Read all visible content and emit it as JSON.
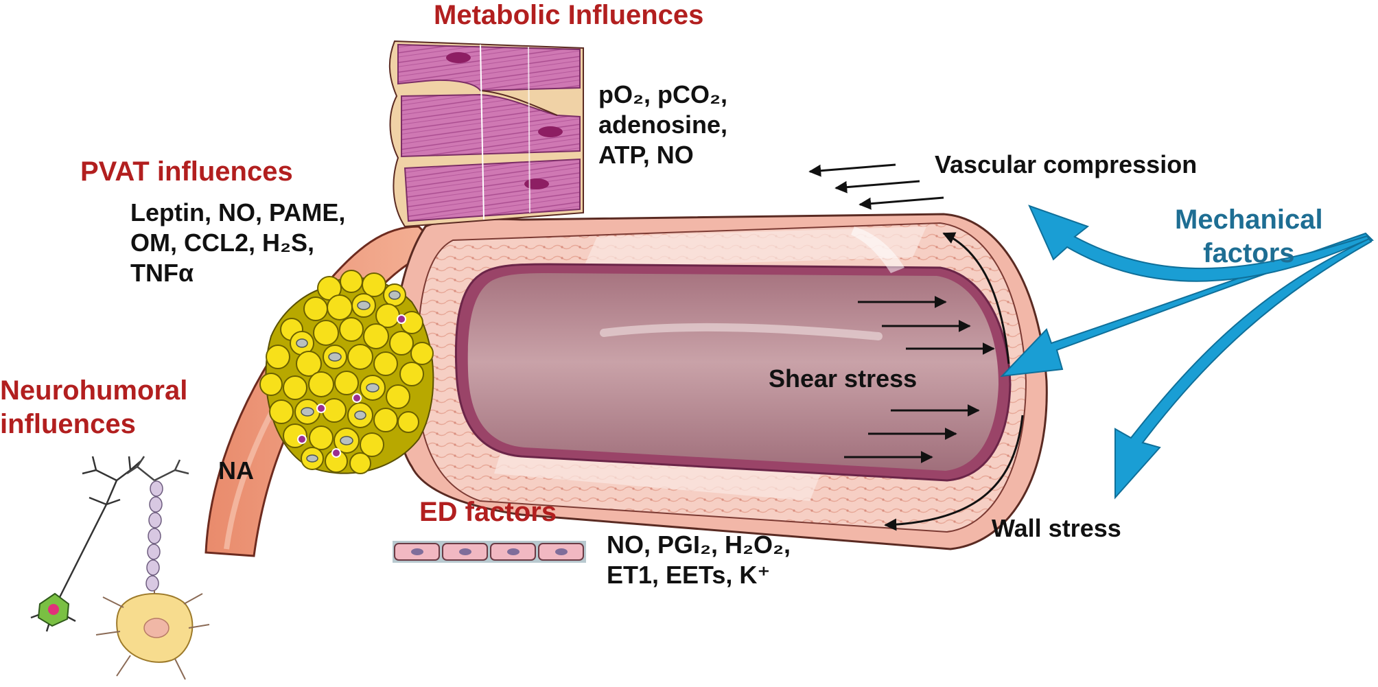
{
  "colors": {
    "heading": "#b21f1f",
    "text": "#111111",
    "mechanical": "#1e6e93",
    "arrow_blue": "#1a9ed4",
    "vessel_outer": "#f2b7a8",
    "vessel_lumen": "#b98990",
    "adipocyte": "#f5dc14",
    "muscle": "#c2609e"
  },
  "icons": {
    "skeletal_muscle": "skeletal-muscle-icon",
    "adipocytes": "adipocyte-cluster-icon",
    "neurons": "neuron-icon",
    "endothelium": "endothelial-cells-icon",
    "vessel": "blood-vessel-icon"
  },
  "labels": {
    "metabolic": {
      "title": "Metabolic Influences",
      "factors": [
        "pO₂, pCO₂,",
        "adenosine,",
        "ATP, NO"
      ]
    },
    "pvat": {
      "title": "PVAT influences",
      "factors": [
        "Leptin, NO, PAME,",
        "OM, CCL2, H₂S,",
        "TNFα"
      ]
    },
    "neurohumoral": {
      "title": [
        "Neurohumoral",
        "influences"
      ],
      "factor": "NA"
    },
    "ed": {
      "title": "ED factors",
      "factors": [
        "NO, PGI₂, H₂O₂,",
        "ET1, EETs, K⁺"
      ]
    },
    "vascular_compression": "Vascular compression",
    "mechanical": [
      "Mechanical",
      "factors"
    ],
    "shear_stress": "Shear stress",
    "wall_stress": "Wall stress"
  }
}
